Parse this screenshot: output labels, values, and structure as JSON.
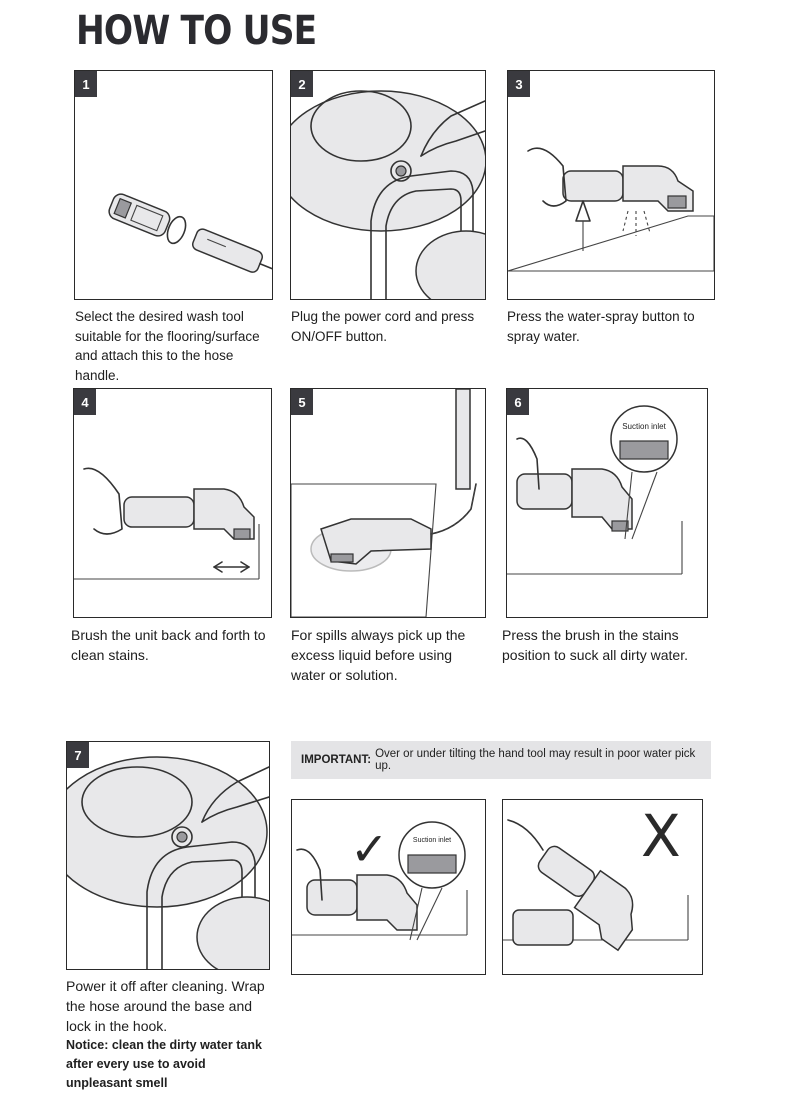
{
  "title": "HOW TO USE",
  "steps": [
    {
      "number": "1",
      "caption": "Select the desired wash tool suitable for the flooring/surface and attach this to the hose handle."
    },
    {
      "number": "2",
      "caption": "Plug the power cord and press ON/OFF button."
    },
    {
      "number": "3",
      "caption": "Press the water-spray button to spray water."
    },
    {
      "number": "4",
      "caption": "Brush the unit back and forth to clean stains."
    },
    {
      "number": "5",
      "caption": "For spills always pick up the excess liquid before using water or solution."
    },
    {
      "number": "6",
      "caption": "Press the brush in the stains position to suck all dirty water."
    },
    {
      "number": "7",
      "caption": "Power it off after cleaning. Wrap the hose around the base and lock in the hook."
    }
  ],
  "notice": {
    "label": "Notice:",
    "text": "clean the dirty water tank after every use to avoid unpleasant smell"
  },
  "important": {
    "label": "IMPORTANT:",
    "text": "Over or under tilting the hand tool may result in poor water pick up."
  },
  "suction_label": "Suction inlet",
  "correct_mark": "✓",
  "wrong_mark": "X",
  "icons": [
    "hose-handle-illustration",
    "power-button-illustration",
    "spray-illustration",
    "brush-illustration",
    "spill-illustration",
    "suction-illustration",
    "check-icon",
    "cross-icon"
  ]
}
